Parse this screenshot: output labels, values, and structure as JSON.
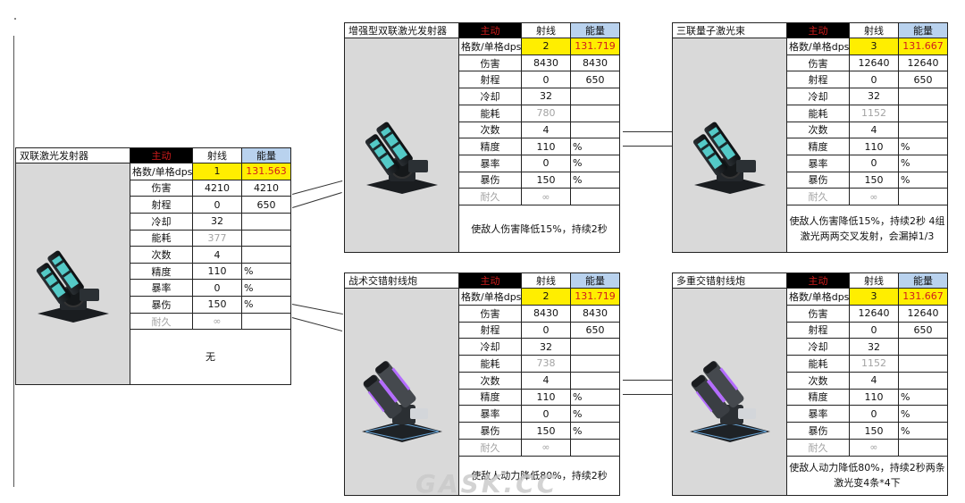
{
  "common": {
    "active": "主动",
    "ray": "射线",
    "energy": "能量",
    "dps_label": "格数/单格dps",
    "labels": [
      "伤害",
      "射程",
      "冷却",
      "能耗",
      "次数",
      "精度",
      "暴率",
      "暴伤",
      "耐久"
    ],
    "percent": "%"
  },
  "weapons": [
    {
      "id": "twin-laser",
      "name": "双联激光发射器",
      "grid": "1",
      "dps": "131.563",
      "damage": [
        "4210",
        "4210"
      ],
      "range": [
        "0",
        "650"
      ],
      "cooldown": "32",
      "energy_cost": "377",
      "count": "4",
      "accuracy": "110",
      "crit_rate": "0",
      "crit_damage": "150",
      "durability": "∞",
      "desc": "无",
      "image": "cyan-laser-turret"
    },
    {
      "id": "enhanced-twin-laser",
      "name": "增强型双联激光发射器",
      "grid": "2",
      "dps": "131.719",
      "damage": [
        "8430",
        "8430"
      ],
      "range": [
        "0",
        "650"
      ],
      "cooldown": "32",
      "energy_cost": "780",
      "count": "4",
      "accuracy": "110",
      "crit_rate": "0",
      "crit_damage": "150",
      "durability": "∞",
      "desc": "使敌人伤害降低15%，持续2秒",
      "image": "cyan-laser-turret"
    },
    {
      "id": "triple-quantum-laser",
      "name": "三联量子激光束",
      "grid": "3",
      "dps": "131.667",
      "damage": [
        "12640",
        "12640"
      ],
      "range": [
        "0",
        "650"
      ],
      "cooldown": "32",
      "energy_cost": "1152",
      "count": "4",
      "accuracy": "110",
      "crit_rate": "0",
      "crit_damage": "150",
      "durability": "∞",
      "desc": "使敌人伤害降低15%，持续2秒 4组激光两两交叉发射，会漏掉1/3",
      "image": "cyan-laser-turret"
    },
    {
      "id": "tactical-cross-ray",
      "name": "战术交错射线炮",
      "grid": "2",
      "dps": "131.719",
      "damage": [
        "8430",
        "8430"
      ],
      "range": [
        "0",
        "650"
      ],
      "cooldown": "32",
      "energy_cost": "738",
      "count": "4",
      "accuracy": "110",
      "crit_rate": "0",
      "crit_damage": "150",
      "durability": "∞",
      "desc": "使敌人动力降低80%，持续2秒",
      "image": "purple-ray-cannon"
    },
    {
      "id": "multi-cross-ray",
      "name": "多重交错射线炮",
      "grid": "3",
      "dps": "131.667",
      "damage": [
        "12640",
        "12640"
      ],
      "range": [
        "0",
        "650"
      ],
      "cooldown": "32",
      "energy_cost": "1152",
      "count": "4",
      "accuracy": "110",
      "crit_rate": "0",
      "crit_damage": "150",
      "durability": "∞",
      "desc": "使敌人动力降低80%，持续2秒两条激光变4条*4下",
      "image": "purple-ray-cannon"
    }
  ],
  "watermark": "GASK.CC",
  "colors": {
    "active_bg": "#000000",
    "active_text": "#d21c1c",
    "energy_bg": "#b9d2ee",
    "highlight": "#ffee00",
    "image_bg": "#d9d9d9"
  }
}
